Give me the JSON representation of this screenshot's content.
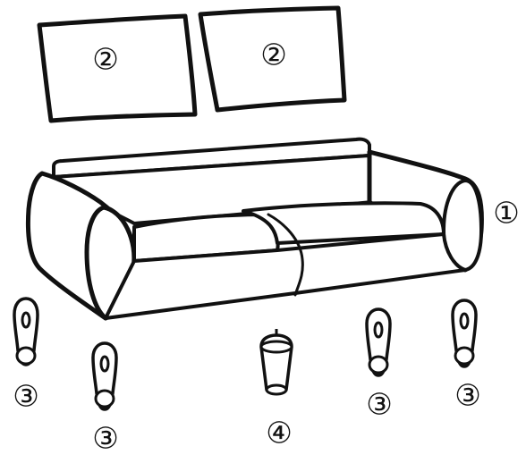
{
  "labels": {
    "sofa_body": "①",
    "cushion": "②",
    "leg": "③",
    "center_leg": "④"
  },
  "colors": {
    "ink": "#111111",
    "background": "#ffffff"
  }
}
